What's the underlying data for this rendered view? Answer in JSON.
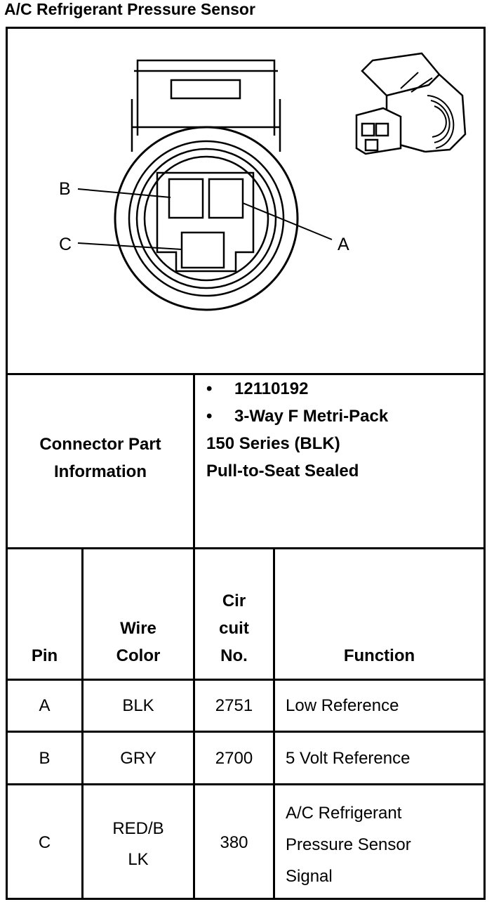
{
  "title": "A/C Refrigerant Pressure Sensor",
  "diagram": {
    "callouts": {
      "a": "A",
      "b": "B",
      "c": "C"
    }
  },
  "connector": {
    "label_line1": "Connector Part",
    "label_line2": "Information",
    "bullets": [
      "12110192",
      "3-Way F Metri-Pack"
    ],
    "bullet_char": "•",
    "extra_lines": [
      "150 Series (BLK)",
      "Pull-to-Seat Sealed"
    ]
  },
  "table": {
    "headers": {
      "pin": "Pin",
      "wire_color": [
        "Wire",
        "Color"
      ],
      "circuit": [
        "Cir",
        "cuit",
        "No."
      ],
      "function": "Function"
    },
    "rows": [
      {
        "pin": "A",
        "color": [
          "BLK"
        ],
        "circuit": "2751",
        "function": [
          "Low Reference"
        ]
      },
      {
        "pin": "B",
        "color": [
          "GRY"
        ],
        "circuit": "2700",
        "function": [
          "5 Volt Reference"
        ]
      },
      {
        "pin": "C",
        "color": [
          "RED/B",
          "LK"
        ],
        "circuit": "380",
        "function": [
          "A/C Refrigerant",
          "Pressure Sensor",
          "Signal"
        ]
      }
    ]
  }
}
